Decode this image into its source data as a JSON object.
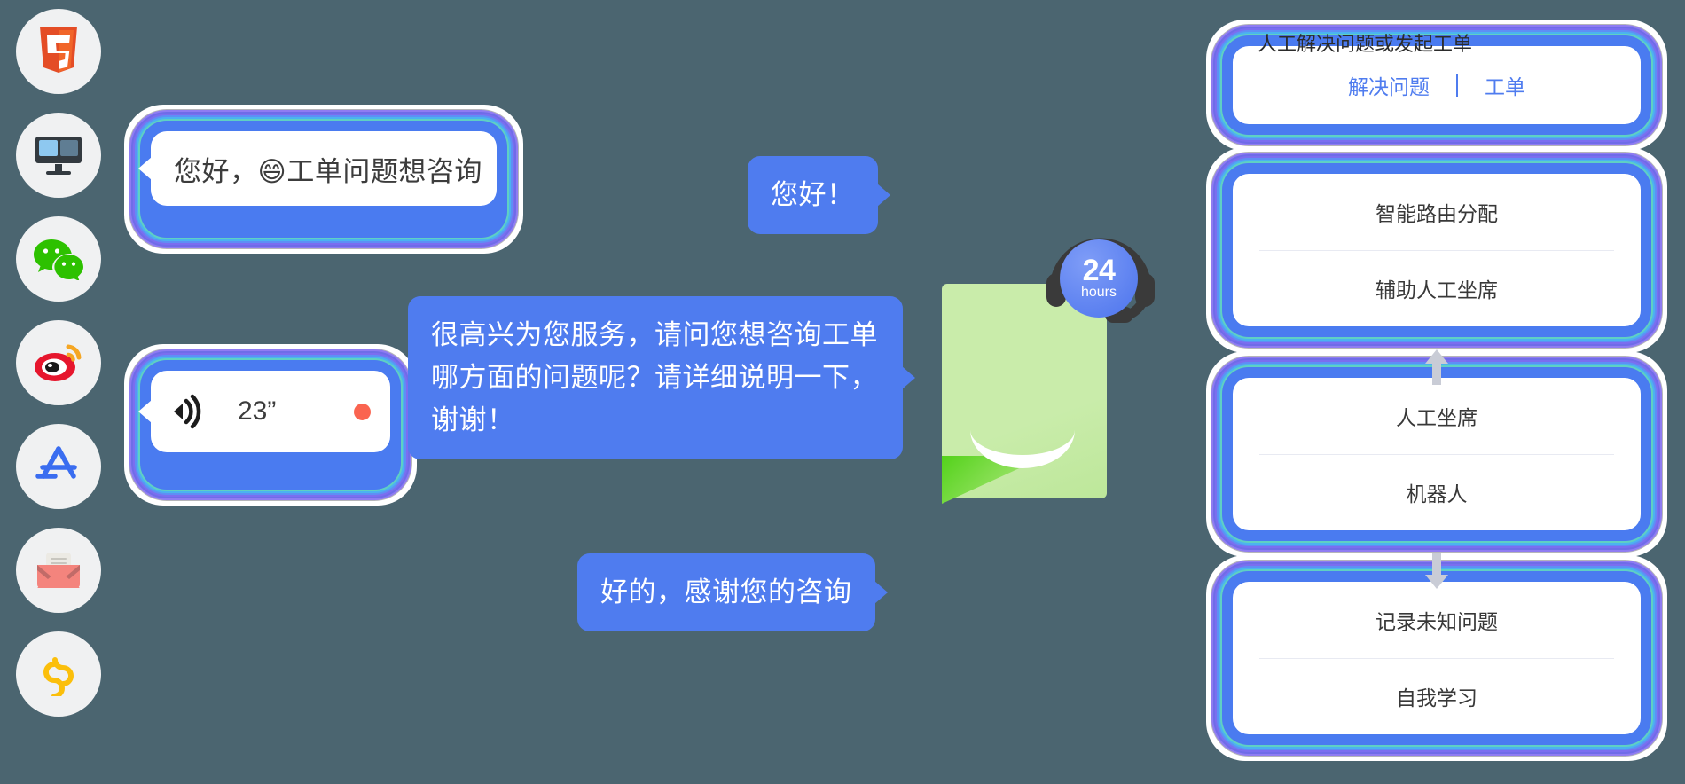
{
  "background_color": "#4b6570",
  "accent_blue": "#4f7cef",
  "rail": {
    "items": [
      {
        "name": "html5-icon",
        "label": "HTML5"
      },
      {
        "name": "desktop-icon",
        "label": "Desktop"
      },
      {
        "name": "wechat-icon",
        "label": "WeChat"
      },
      {
        "name": "weibo-icon",
        "label": "Weibo"
      },
      {
        "name": "app-store-icon",
        "label": "App Store"
      },
      {
        "name": "email-icon",
        "label": "Email"
      },
      {
        "name": "link-icon",
        "label": "Link"
      }
    ]
  },
  "chat": {
    "messages": [
      {
        "id": "greeting",
        "side": "in",
        "type": "text",
        "text": "您好，😄工单问题想咨询"
      },
      {
        "id": "hello",
        "side": "out",
        "type": "text",
        "text": "您好！"
      },
      {
        "id": "glad",
        "side": "out",
        "type": "text",
        "text": "很高兴为您服务，请问您想咨询工单哪方面的问题呢？请详细说明一下，谢谢！"
      },
      {
        "id": "voice",
        "side": "in",
        "type": "voice",
        "duration": "23”",
        "unread": true
      },
      {
        "id": "thanks",
        "side": "out",
        "type": "text",
        "text": "好的，感谢您的咨询"
      }
    ]
  },
  "center_graphic": {
    "badge_number": "24",
    "badge_unit": "hours",
    "icon": "headset-icon"
  },
  "panel": {
    "title": "人工解决问题或发起工单",
    "tabs": [
      {
        "label": "解决问题"
      },
      {
        "label": "工单"
      }
    ],
    "flow": [
      {
        "options": [
          "智能路由分配",
          "辅助人工坐席"
        ]
      },
      {
        "options": [
          "人工坐席",
          "机器人"
        ]
      },
      {
        "options": [
          "记录未知问题",
          "自我学习"
        ]
      }
    ]
  }
}
